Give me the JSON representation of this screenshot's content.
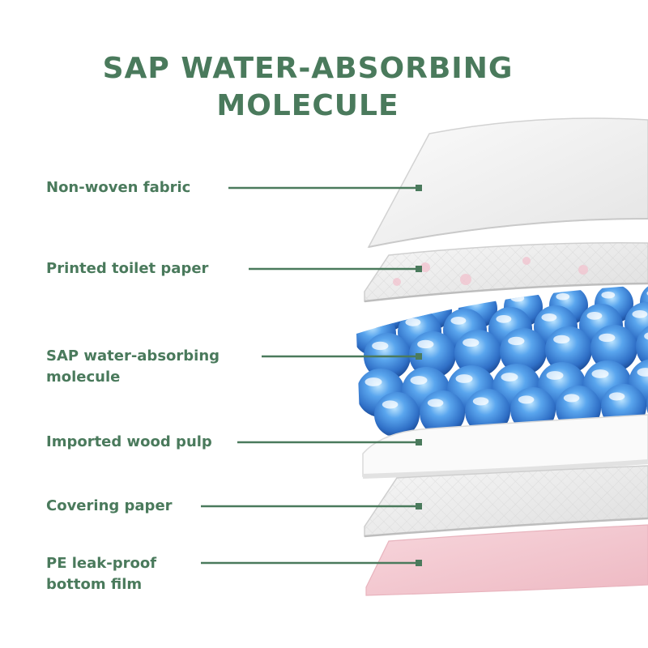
{
  "title": {
    "line1": "SAP WATER-ABSORBING",
    "line2": "MOLECULE"
  },
  "colors": {
    "accent": "#4a7a5c",
    "sap_blue": "#3d86dc",
    "bottom_film_pink": "#f4cdd5"
  },
  "layers": [
    {
      "id": "non-woven-fabric",
      "label": "Non-woven fabric"
    },
    {
      "id": "printed-toilet-paper",
      "label": "Printed toilet paper"
    },
    {
      "id": "sap-molecule",
      "label": "SAP water-absorbing\nmolecule"
    },
    {
      "id": "wood-pulp",
      "label": "Imported wood pulp"
    },
    {
      "id": "covering-paper",
      "label": "Covering paper"
    },
    {
      "id": "pe-film",
      "label": "PE leak-proof\nbottom film"
    }
  ]
}
